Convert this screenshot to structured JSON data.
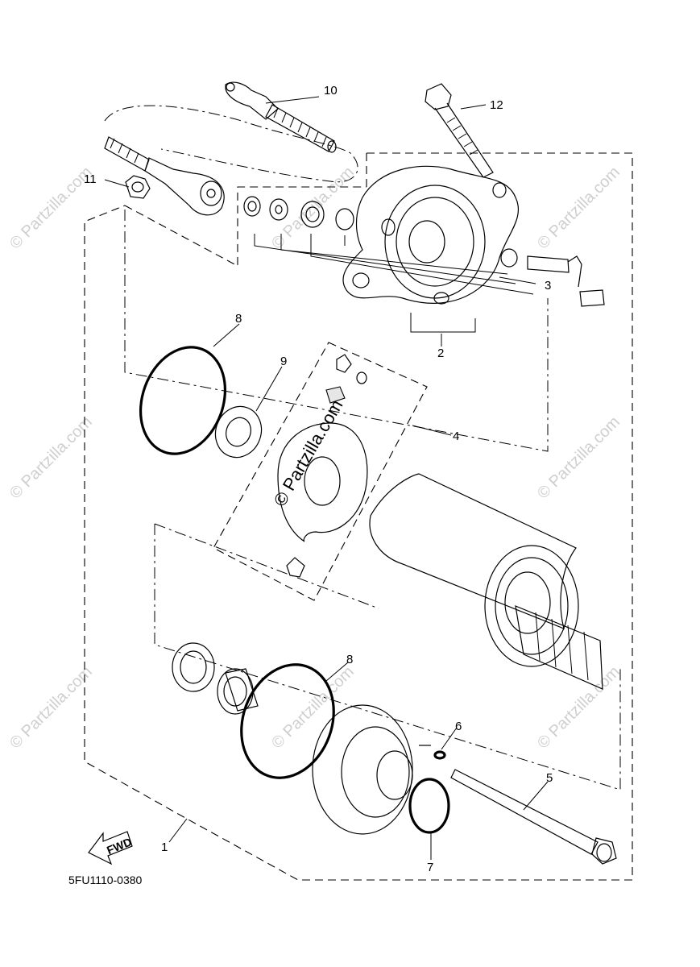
{
  "diagram": {
    "diagram_code": "5FU1110-0380",
    "direction_arrow_label": "FWD",
    "watermark_text": "© Partzilla.com",
    "callouts": {
      "c1": "1",
      "c2": "2",
      "c3": "3",
      "c4": "4",
      "c5": "5",
      "c6": "6",
      "c7": "7",
      "c8a": "8",
      "c8b": "8",
      "c9": "9",
      "c10": "10",
      "c11": "11",
      "c12": "12"
    }
  }
}
